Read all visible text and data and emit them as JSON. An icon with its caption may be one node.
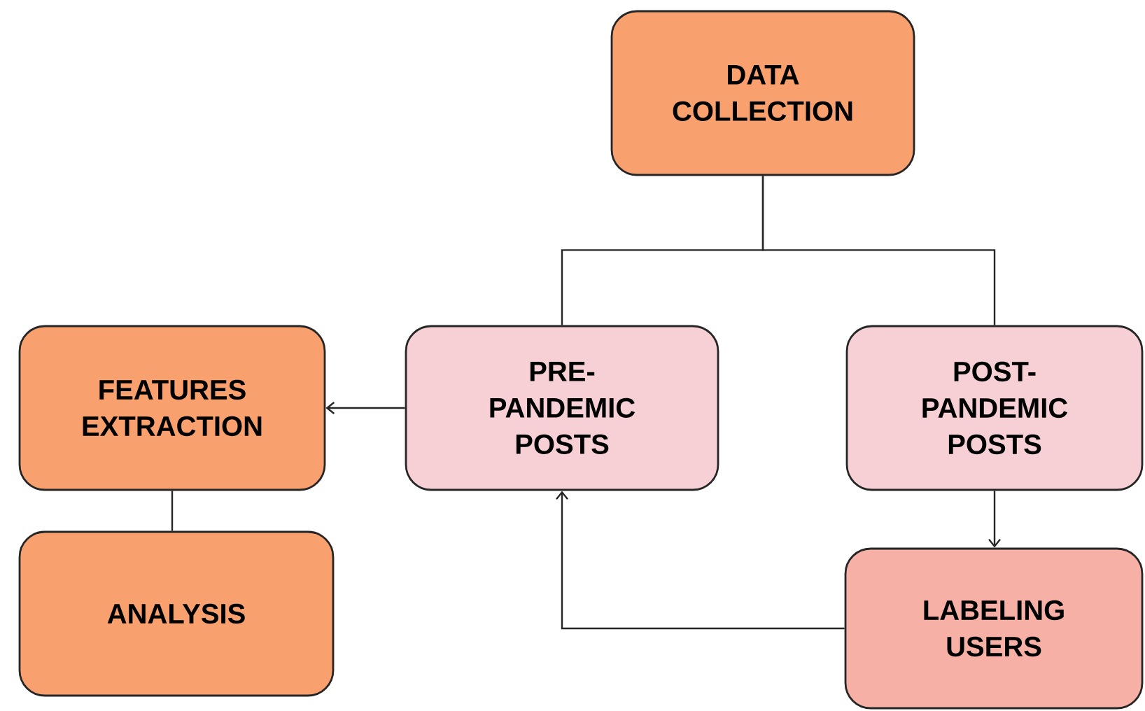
{
  "diagram": {
    "nodes": [
      {
        "text": [
          "DATA COLLECTION"
        ]
      },
      {
        "text": [
          "FEATURES EXTRACTION"
        ]
      },
      {
        "text": [
          "PRE-PANDEMIC POSTS"
        ]
      },
      {
        "text": [
          "POST-PANDEMIC POSTS"
        ]
      },
      {
        "text": [
          "ANALYSIS"
        ]
      },
      {
        "text": [
          "LABELING USERS"
        ]
      }
    ],
    "edges": [
      {
        "from": 0,
        "to": 2,
        "arrow": "none"
      },
      {
        "from": 0,
        "to": 3,
        "arrow": "none"
      },
      {
        "from": 2,
        "to": 1,
        "arrow": "to"
      },
      {
        "from": 1,
        "to": 4,
        "arrow": "none"
      },
      {
        "from": 3,
        "to": 5,
        "arrow": "to"
      },
      {
        "from": 5,
        "to": 2,
        "arrow": "to"
      }
    ]
  }
}
